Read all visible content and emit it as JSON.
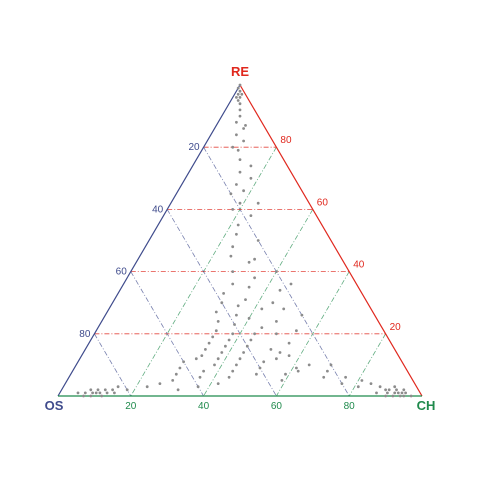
{
  "chart_data": {
    "type": "scatter",
    "subtype": "ternary",
    "vertices": {
      "top": "RE",
      "left": "OS",
      "right": "CH"
    },
    "colors": {
      "RE": "#e0281e",
      "OS": "#3f4b8c",
      "CH": "#1f8a4c",
      "points": "#8c8c8c"
    },
    "grid": true,
    "grid_values": [
      20,
      40,
      60,
      80
    ],
    "axes": {
      "RE": {
        "tick_side": "right edge",
        "ticks": [
          "20",
          "40",
          "60",
          "80"
        ]
      },
      "OS": {
        "tick_side": "left edge",
        "ticks": [
          "20",
          "40",
          "60",
          "80"
        ]
      },
      "CH": {
        "tick_side": "bottom edge",
        "ticks": [
          "20",
          "40",
          "60",
          "80"
        ]
      }
    },
    "point_note": "points given as [RE, OS, CH] percentages",
    "points": [
      [
        100,
        0,
        0
      ],
      [
        99,
        1,
        0
      ],
      [
        98,
        1,
        1
      ],
      [
        97,
        2,
        1
      ],
      [
        97,
        1,
        2
      ],
      [
        96,
        3,
        1
      ],
      [
        96,
        2,
        2
      ],
      [
        95,
        3,
        2
      ],
      [
        94,
        3,
        3
      ],
      [
        92,
        4,
        4
      ],
      [
        90,
        5,
        5
      ],
      [
        88,
        7,
        5
      ],
      [
        86,
        6,
        8
      ],
      [
        84,
        9,
        7
      ],
      [
        82,
        8,
        10
      ],
      [
        79,
        11,
        10
      ],
      [
        76,
        12,
        12
      ],
      [
        72,
        14,
        14
      ],
      [
        70,
        12,
        18
      ],
      [
        68,
        17,
        15
      ],
      [
        65,
        20,
        15
      ],
      [
        62,
        19,
        19
      ],
      [
        60,
        22,
        18
      ],
      [
        58,
        18,
        24
      ],
      [
        55,
        23,
        22
      ],
      [
        52,
        25,
        23
      ],
      [
        50,
        20,
        30
      ],
      [
        48,
        28,
        24
      ],
      [
        45,
        30,
        25
      ],
      [
        43,
        26,
        31
      ],
      [
        40,
        32,
        28
      ],
      [
        38,
        27,
        35
      ],
      [
        36,
        34,
        30
      ],
      [
        35,
        30,
        35
      ],
      [
        33,
        38,
        29
      ],
      [
        31,
        33,
        36
      ],
      [
        30,
        40,
        30
      ],
      [
        29,
        36,
        35
      ],
      [
        28,
        30,
        42
      ],
      [
        27,
        43,
        30
      ],
      [
        26,
        38,
        36
      ],
      [
        25,
        35,
        40
      ],
      [
        24,
        44,
        32
      ],
      [
        23,
        40,
        37
      ],
      [
        22,
        33,
        45
      ],
      [
        21,
        46,
        33
      ],
      [
        20,
        42,
        38
      ],
      [
        20,
        36,
        44
      ],
      [
        19,
        48,
        33
      ],
      [
        18,
        44,
        38
      ],
      [
        18,
        38,
        44
      ],
      [
        17,
        50,
        33
      ],
      [
        16,
        46,
        38
      ],
      [
        16,
        40,
        44
      ],
      [
        15,
        52,
        33
      ],
      [
        15,
        34,
        51
      ],
      [
        14,
        48,
        38
      ],
      [
        14,
        42,
        44
      ],
      [
        13,
        54,
        33
      ],
      [
        13,
        30,
        57
      ],
      [
        12,
        50,
        38
      ],
      [
        12,
        44,
        44
      ],
      [
        12,
        56,
        32
      ],
      [
        11,
        38,
        51
      ],
      [
        11,
        60,
        29
      ],
      [
        10,
        46,
        44
      ],
      [
        10,
        52,
        38
      ],
      [
        10,
        26,
        64
      ],
      [
        9,
        62,
        29
      ],
      [
        9,
        40,
        51
      ],
      [
        8,
        56,
        36
      ],
      [
        8,
        48,
        44
      ],
      [
        8,
        22,
        70
      ],
      [
        7,
        64,
        29
      ],
      [
        7,
        42,
        51
      ],
      [
        6,
        58,
        36
      ],
      [
        6,
        50,
        44
      ],
      [
        6,
        18,
        76
      ],
      [
        5,
        66,
        29
      ],
      [
        5,
        36,
        59
      ],
      [
        5,
        14,
        81
      ],
      [
        4,
        70,
        26
      ],
      [
        4,
        54,
        42
      ],
      [
        4,
        12,
        84
      ],
      [
        3,
        74,
        23
      ],
      [
        3,
        60,
        37
      ],
      [
        3,
        10,
        87
      ],
      [
        2,
        80,
        18
      ],
      [
        2,
        66,
        32
      ],
      [
        2,
        8,
        90
      ],
      [
        8,
        30,
        62
      ],
      [
        10,
        20,
        70
      ],
      [
        6,
        24,
        70
      ],
      [
        4,
        20,
        76
      ],
      [
        3,
        16,
        81
      ],
      [
        2,
        84,
        14
      ],
      [
        2,
        86,
        12
      ],
      [
        1,
        88,
        11
      ],
      [
        1,
        90,
        9
      ],
      [
        2,
        88,
        10
      ],
      [
        1,
        92,
        7
      ],
      [
        1,
        86,
        13
      ],
      [
        0,
        91,
        9
      ],
      [
        2,
        90,
        8
      ],
      [
        1,
        94,
        5
      ],
      [
        0,
        88,
        12
      ],
      [
        1,
        84,
        15
      ],
      [
        3,
        82,
        15
      ],
      [
        1,
        89,
        10
      ],
      [
        0,
        93,
        7
      ],
      [
        1,
        6,
        93
      ],
      [
        1,
        7,
        92
      ],
      [
        0,
        8,
        92
      ],
      [
        2,
        6,
        92
      ],
      [
        1,
        5,
        94
      ],
      [
        0,
        6,
        94
      ],
      [
        1,
        4,
        95
      ],
      [
        2,
        4,
        94
      ],
      [
        0,
        5,
        95
      ],
      [
        1,
        9,
        90
      ],
      [
        3,
        6,
        91
      ],
      [
        0,
        10,
        90
      ],
      [
        2,
        9,
        89
      ],
      [
        1,
        12,
        87
      ],
      [
        0,
        3,
        97
      ],
      [
        30,
        26,
        44
      ],
      [
        24,
        28,
        48
      ],
      [
        20,
        30,
        50
      ],
      [
        17,
        28,
        55
      ],
      [
        14,
        32,
        54
      ],
      [
        12,
        34,
        54
      ],
      [
        9,
        30,
        61
      ],
      [
        7,
        34,
        59
      ],
      [
        28,
        24,
        48
      ],
      [
        26,
        20,
        54
      ],
      [
        21,
        24,
        55
      ],
      [
        34,
        22,
        44
      ],
      [
        40,
        20,
        40
      ],
      [
        44,
        24,
        32
      ],
      [
        36,
        18,
        46
      ],
      [
        62,
        14,
        24
      ],
      [
        66,
        16,
        18
      ],
      [
        74,
        10,
        16
      ],
      [
        80,
        12,
        8
      ],
      [
        87,
        5,
        8
      ]
    ]
  }
}
